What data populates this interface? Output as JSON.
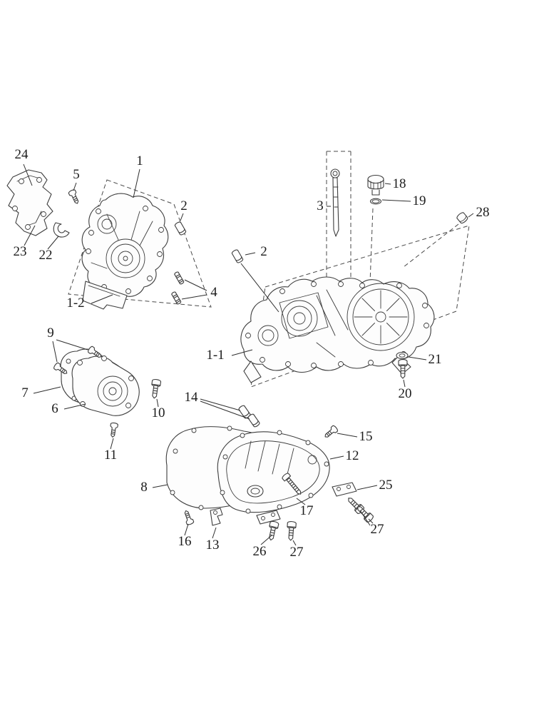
{
  "diagram": {
    "kind": "exploded-parts-diagram",
    "subject": "engine-crankcase-assembly",
    "background": "#ffffff",
    "stroke_color": "#3d3d3d",
    "label_color": "#1c1c1c",
    "labels": {
      "l1": "1",
      "l1_1": "1-1",
      "l1_2": "1-2",
      "l2a": "2",
      "l2b": "2",
      "l3": "3",
      "l4": "4",
      "l5": "5",
      "l6": "6",
      "l7": "7",
      "l8": "8",
      "l9": "9",
      "l10": "10",
      "l11": "11",
      "l12": "12",
      "l13": "13",
      "l14": "14",
      "l15": "15",
      "l16": "16",
      "l17": "17",
      "l18": "18",
      "l19": "19",
      "l20": "20",
      "l21": "21",
      "l22": "22",
      "l23": "23",
      "l24": "24",
      "l25": "25",
      "l26": "26",
      "l27a": "27",
      "l27b": "27",
      "l28": "28"
    }
  }
}
